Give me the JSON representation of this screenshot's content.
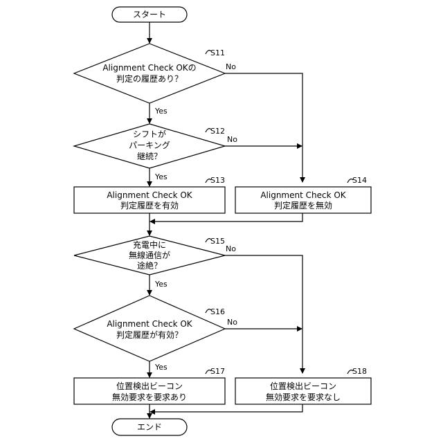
{
  "start": "スタート",
  "end": "エンド",
  "s11": {
    "step": "S11",
    "lines": [
      "Alignment Check OKの",
      "判定の履歴あり？"
    ]
  },
  "s12": {
    "step": "S12",
    "lines": [
      "シフトが",
      "パーキング",
      "継続？"
    ]
  },
  "s13": {
    "step": "S13",
    "lines": [
      "Alignment Check OK",
      "判定履歴を有効"
    ]
  },
  "s14": {
    "step": "S14",
    "lines": [
      "Alignment Check OK",
      "判定履歴を無効"
    ]
  },
  "s15": {
    "step": "S15",
    "lines": [
      "充電中に",
      "無線通信が",
      "途絶？"
    ]
  },
  "s16": {
    "step": "S16",
    "lines": [
      "Alignment Check OK",
      "判定履歴が有効？"
    ]
  },
  "s17": {
    "step": "S17",
    "lines": [
      "位置検出ビーコン",
      "無効要求を要求あり"
    ]
  },
  "s18": {
    "step": "S18",
    "lines": [
      "位置検出ビーコン",
      "無効要求を要求なし"
    ]
  },
  "branch": {
    "yes": "Yes",
    "no": "No"
  }
}
